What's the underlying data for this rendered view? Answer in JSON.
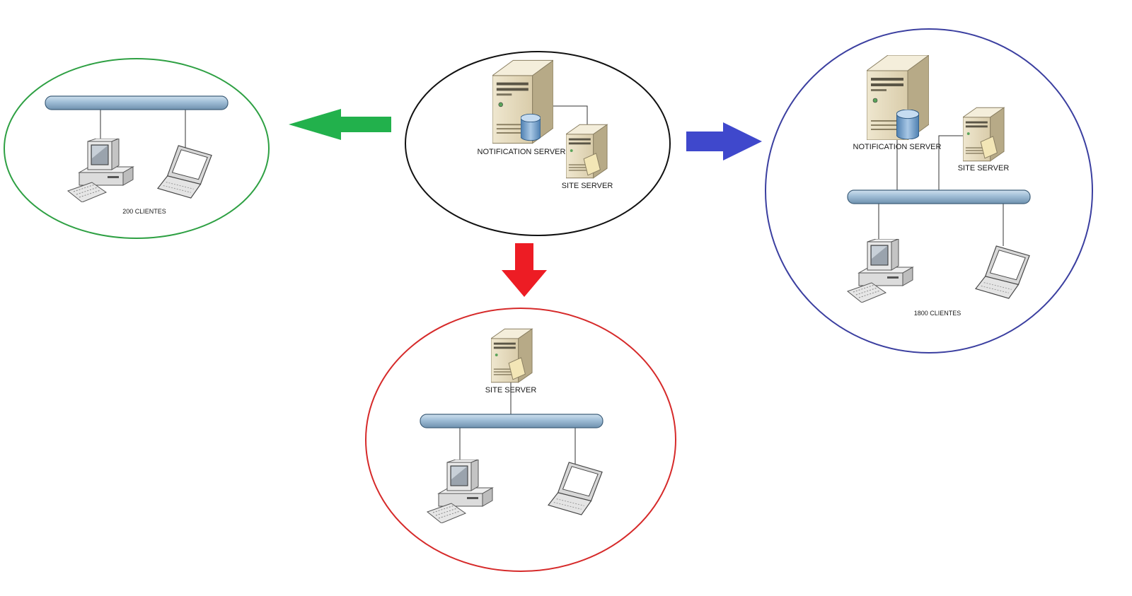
{
  "labels": {
    "central_notification": "NOTIFICATION SERVER",
    "central_site": "SITE SERVER",
    "left_clients": "200 CLIENTES",
    "bottom_site": "SITE SERVER",
    "right_notification": "NOTIFICATION SERVER",
    "right_site": "SITE SERVER",
    "right_clients": "1800 CLIENTES"
  },
  "colors": {
    "left_site": "#2ea043",
    "central_site": "#111111",
    "bottom_site": "#d62a2a",
    "right_site": "#3b3fa0",
    "arrow_left": "#22b14c",
    "arrow_down": "#ed1c24",
    "arrow_right": "#3f48cc"
  },
  "icons": {
    "server": "tower-server-icon",
    "database": "database-cylinder-icon",
    "site_server": "site-server-icon",
    "desktop": "desktop-computer-icon",
    "laptop": "laptop-icon",
    "bus": "network-bus-icon"
  }
}
